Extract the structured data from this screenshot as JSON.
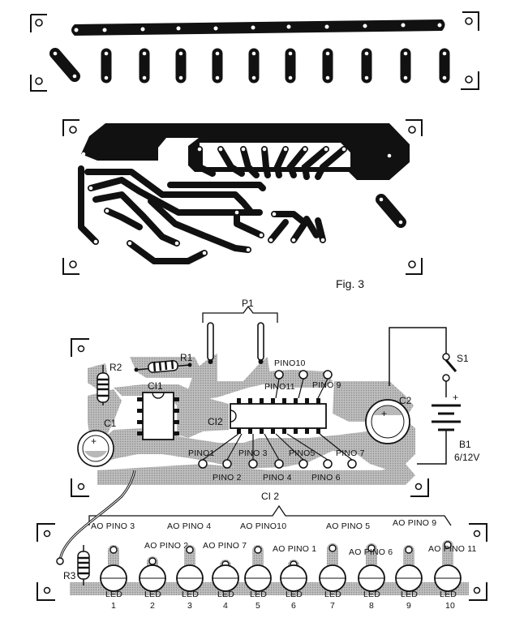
{
  "figure_label": "Fig. 3",
  "components": {
    "p1": "P1",
    "r1": "R1",
    "r2": "R2",
    "r3": "R3",
    "c1": "C1",
    "c2": "C2",
    "s1": "S1",
    "b1": "B1",
    "b1_voltage": "6/12V",
    "ci1": "CI1",
    "ci2": "CI2",
    "ci2_group": "CI 2",
    "plus": "+"
  },
  "ci2_pins": {
    "pino10": "PINO10",
    "pino9": "PINO 9",
    "pino11": "PINO11",
    "pino1": "PINO1",
    "pino3": "PINO 3",
    "pino5": "PINO5",
    "pino7": "PINO 7",
    "pino2": "PINO 2",
    "pino4": "PINO 4",
    "pino6": "PINO 6"
  },
  "led_connections": [
    "AO PINO 3",
    "AO PINO 2",
    "AO PINO 4",
    "AO PINO 7",
    "AO PINO10",
    "AO PINO 1",
    "AO PINO 5",
    "AO PINO 6",
    "AO PINO 9",
    "AO PINO 11"
  ],
  "leds": {
    "label": "LED",
    "numbers": [
      "1",
      "2",
      "3",
      "4",
      "5",
      "6",
      "7",
      "8",
      "9",
      "10"
    ]
  }
}
